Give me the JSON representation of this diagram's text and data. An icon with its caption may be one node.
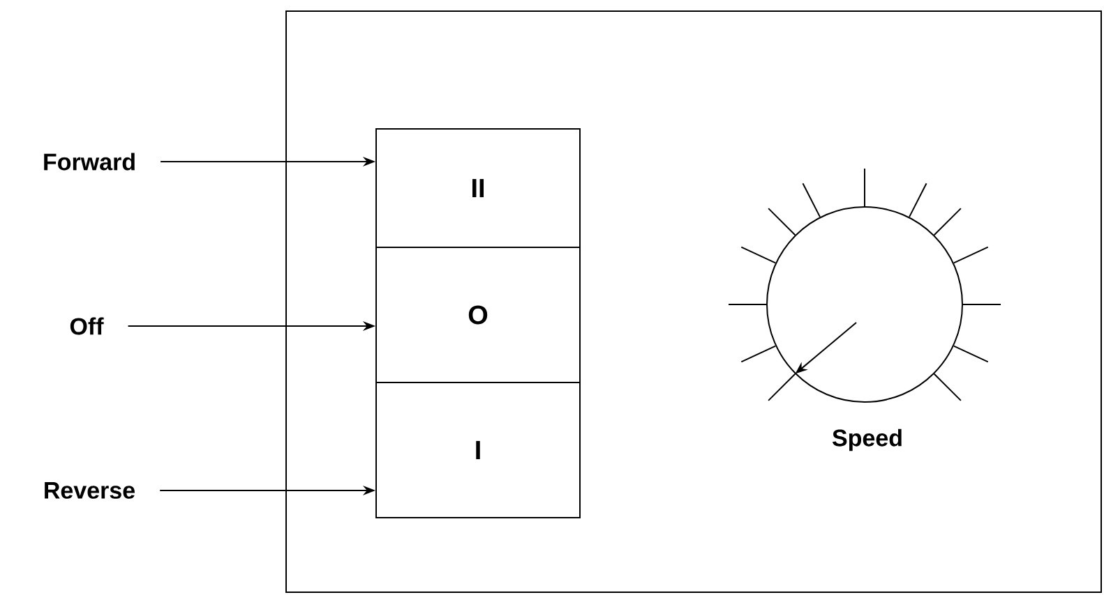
{
  "diagram": {
    "nodes": [
      {
        "text": [],
        "shape": "box"
      },
      {
        "text": [
          "Forward"
        ]
      },
      {
        "text": [
          "Off"
        ]
      },
      {
        "text": [
          "Reverse"
        ]
      },
      {
        "text": [
          "II"
        ],
        "in": 0
      },
      {
        "text": [
          "O"
        ],
        "in": 0
      },
      {
        "text": [
          "I"
        ],
        "in": 0
      },
      {
        "text": [],
        "shape": "circle",
        "in": 0,
        "beside": [
          "Speed"
        ]
      }
    ],
    "edges": [
      {
        "from": 1,
        "to": 4,
        "arrow": "to"
      },
      {
        "from": 2,
        "to": 5,
        "arrow": "to"
      },
      {
        "from": 3,
        "to": 6,
        "arrow": "to"
      }
    ]
  }
}
